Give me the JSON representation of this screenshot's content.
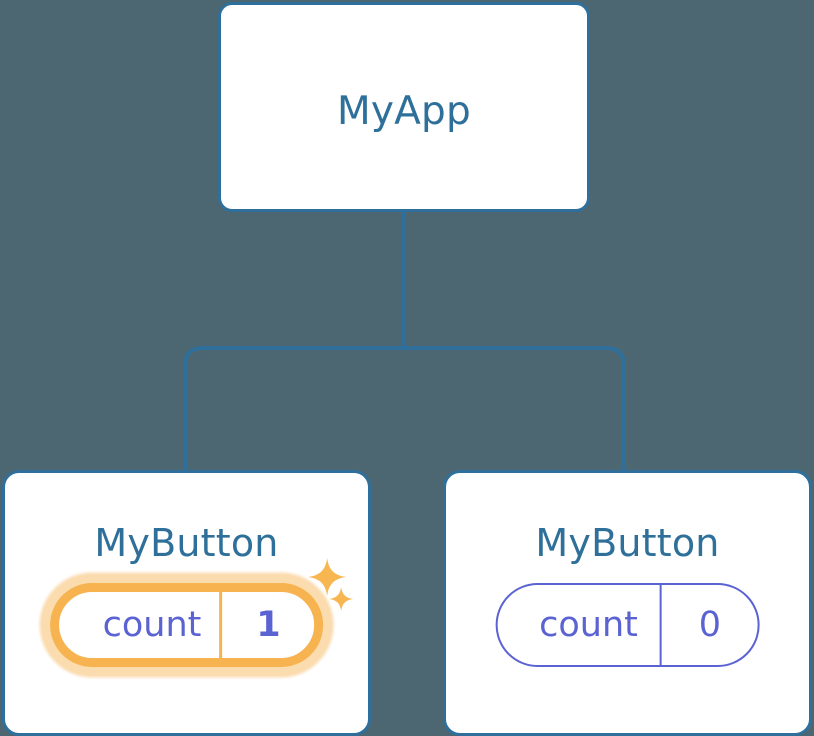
{
  "diagram": {
    "type": "component-tree",
    "background_color": "#4c6771",
    "node_border_color": "#2f6f9b",
    "node_fill_color": "#ffffff",
    "title_color": "#2e7099",
    "prop_color": "#5b63d3",
    "highlight_color": "#f6b350",
    "highlight_glow_color": "#fbdcae",
    "edge_color": "#2f6f9b"
  },
  "nodes": {
    "root": {
      "title": "MyApp"
    },
    "child_left": {
      "title": "MyButton",
      "prop": {
        "key": "count",
        "value": "1",
        "highlighted": true,
        "sparkle_large": "sparkle-icon",
        "sparkle_small": "sparkle-icon"
      }
    },
    "child_right": {
      "title": "MyButton",
      "prop": {
        "key": "count",
        "value": "0",
        "highlighted": false
      }
    }
  },
  "edges": [
    {
      "name": "root-to-trunk",
      "from": "root",
      "to": "trunk"
    },
    {
      "name": "trunk-to-child-left",
      "from": "trunk",
      "to": "child_left"
    },
    {
      "name": "trunk-to-child-right",
      "from": "trunk",
      "to": "child_right"
    }
  ]
}
